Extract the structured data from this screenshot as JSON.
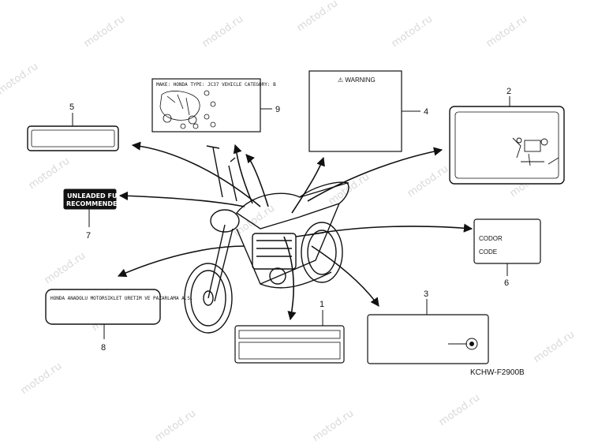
{
  "watermark": "motod.ru",
  "diagram_code": "KCHW-F2900B",
  "callouts": [
    "1",
    "2",
    "3",
    "4",
    "5",
    "6",
    "7",
    "8",
    "9"
  ],
  "label_9_text": "MAKE: HONDA TYPE: JC37 VEHICLE CATEGORY: B",
  "label_4_text": "⚠ WARNING",
  "label_7_line1": "UNLEADED FUEL",
  "label_7_line2": "RECOMMENDED",
  "label_6_line1": "CODOR",
  "label_6_line2": "CODE",
  "label_8_text": "HONDA ANADOLU MOTORSIKLET URETIM VE PAZARLAMA A.S."
}
